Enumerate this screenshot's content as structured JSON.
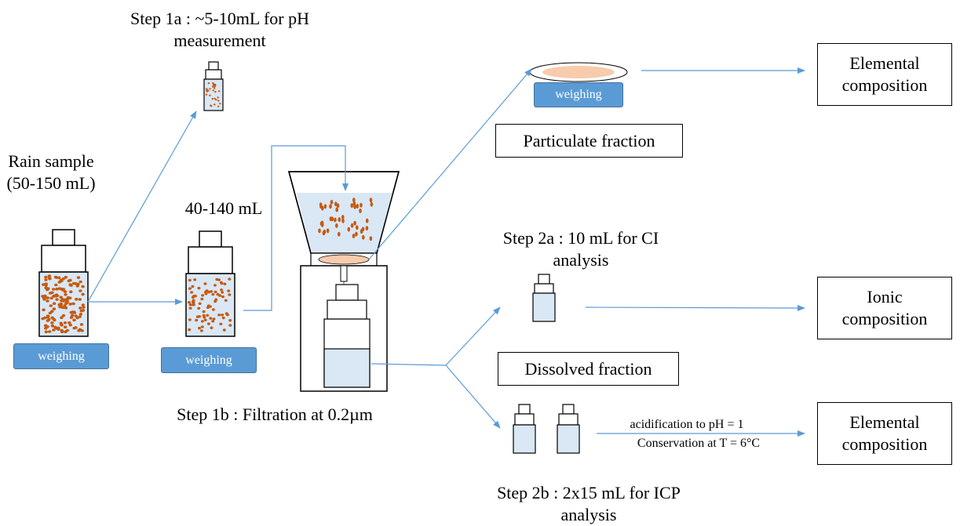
{
  "labels": {
    "step1a": [
      "Step 1a : ~5-10mL for pH",
      "measurement"
    ],
    "rain": [
      "Rain sample",
      "(50-150 mL)"
    ],
    "vol": "40-140 mL",
    "step1b": "Step 1b : Filtration at 0.2µm",
    "step2a": [
      "Step 2a : 10 mL for CI",
      "analysis"
    ],
    "step2b": [
      "Step 2b : 2x15 mL for ICP",
      "analysis"
    ],
    "acid": "acidification to pH = 1",
    "conserv": "Conservation at T = 6°C"
  },
  "boxes": {
    "particulate": "Particulate fraction",
    "dissolved": "Dissolved fraction",
    "elemental1": [
      "Elemental",
      "composition"
    ],
    "ionic": [
      "Ionic",
      "composition"
    ],
    "elemental2": [
      "Elemental",
      "composition"
    ]
  },
  "scales": {
    "s1": "weighing",
    "s2": "weighing",
    "s3": "weighing"
  },
  "colors": {
    "arrow": "#5b9bd5",
    "liquid": "#dae7f5",
    "particle": "#c55a11",
    "scale": "#5b9bd5"
  }
}
